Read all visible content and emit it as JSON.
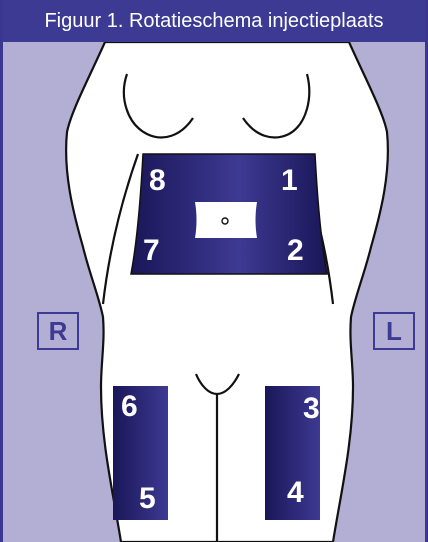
{
  "title": "Figuur 1. Rotatieschema injectieplaats",
  "side_labels": {
    "right": "R",
    "left": "L"
  },
  "zones": [
    "1",
    "2",
    "3",
    "4",
    "5",
    "6",
    "7",
    "8"
  ],
  "colors": {
    "background": "#b3aed4",
    "title_bar": "#3d3a93",
    "zone_dark": "#1e1a5e",
    "zone_light": "#3d3a93",
    "body_fill": "#ffffff",
    "outline": "#111111"
  }
}
